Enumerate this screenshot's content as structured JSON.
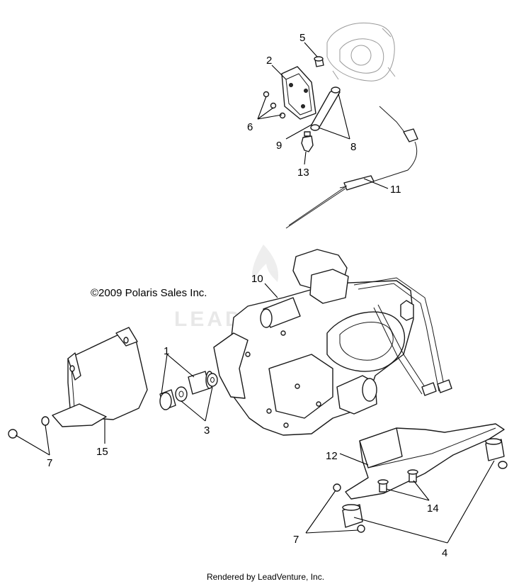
{
  "callouts": {
    "c1": "1",
    "c2": "2",
    "c3": "3",
    "c4": "4",
    "c5": "5",
    "c6": "6",
    "c7a": "7",
    "c7b": "7",
    "c8": "8",
    "c9": "9",
    "c10": "10",
    "c11": "11",
    "c12": "12",
    "c13": "13",
    "c14": "14",
    "c15": "15"
  },
  "copyright": "©2009 Polaris Sales Inc.",
  "watermark": "LEADVENTURE",
  "footer": "Rendered by LeadVenture, Inc."
}
